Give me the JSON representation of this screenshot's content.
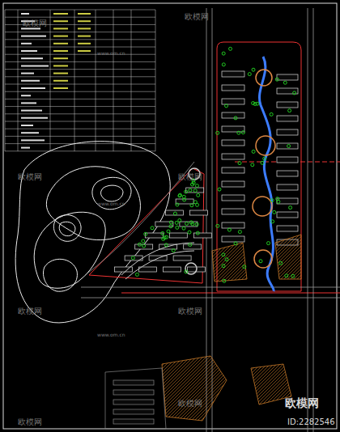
{
  "diagram": {
    "labels": [
      "欧模网",
      "欧模网",
      "欧模网",
      "欧模网",
      "欧模网",
      "欧模网",
      "欧模网",
      "欧模网",
      "www.om.cn",
      "www.om.cn",
      "www.om.cn",
      "欧模网",
      "ID:2282546"
    ]
  }
}
